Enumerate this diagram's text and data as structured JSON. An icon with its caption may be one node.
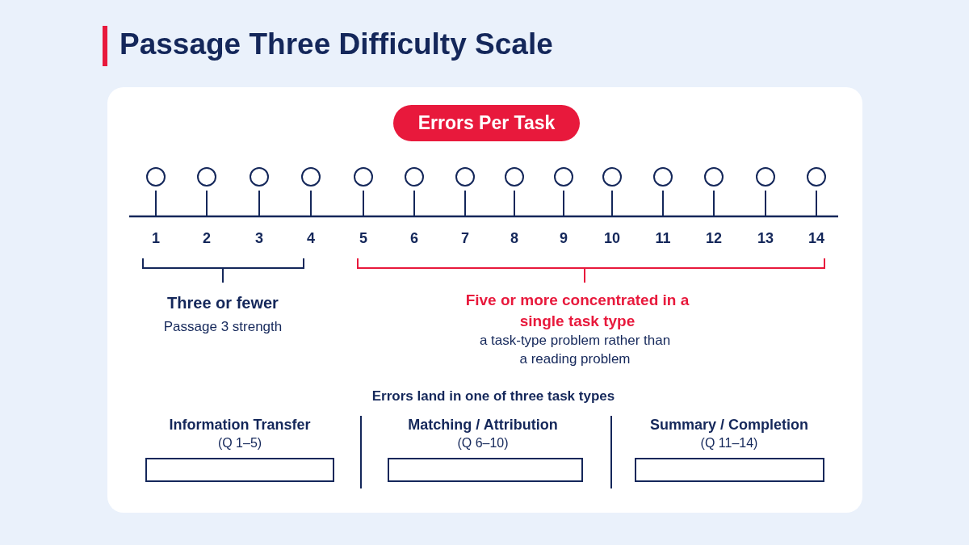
{
  "diagram": {
    "title": "Passage Three Difficulty Scale",
    "nodes": [
      {
        "text": [
          "Errors Per Task"
        ]
      },
      {
        "text": [],
        "shape": "circle"
      },
      {
        "text": [],
        "shape": "circle"
      },
      {
        "text": [],
        "shape": "circle"
      },
      {
        "text": [],
        "shape": "circle"
      },
      {
        "text": [],
        "shape": "circle"
      },
      {
        "text": [],
        "shape": "circle"
      },
      {
        "text": [],
        "shape": "circle"
      },
      {
        "text": [],
        "shape": "circle"
      },
      {
        "text": [],
        "shape": "circle"
      },
      {
        "text": [],
        "shape": "circle"
      },
      {
        "text": [],
        "shape": "circle"
      },
      {
        "text": [],
        "shape": "circle"
      },
      {
        "text": [],
        "shape": "circle"
      },
      {
        "text": [],
        "shape": "circle"
      },
      {
        "text": [],
        "shape": "box"
      },
      {
        "text": [],
        "shape": "box"
      },
      {
        "text": [],
        "shape": "box"
      }
    ],
    "labels": [
      "1",
      "2",
      "3",
      "4",
      "5",
      "6",
      "7",
      "8",
      "9",
      "10",
      "11",
      "12",
      "13",
      "14",
      "Three or fewer",
      "Passage 3 strength",
      "Five or more concentrated in a single task type",
      "a task-type problem rather than a reading problem",
      "Errors land in one of three task types",
      "Information Transfer",
      "(Q 1–5)",
      "Matching / Attribution",
      "(Q 6–10)",
      "Summary / Completion",
      "(Q 11–14)"
    ]
  }
}
